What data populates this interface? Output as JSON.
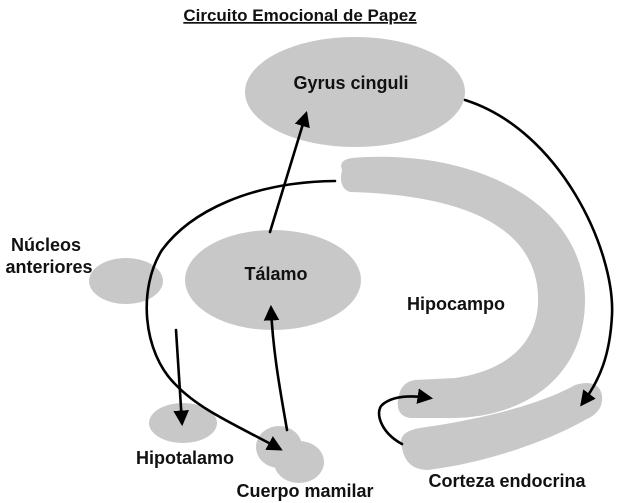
{
  "title": "Circuito Emocional de Papez",
  "structures": {
    "gyrus_cinguli": "Gyrus cinguli",
    "talamo": "Tálamo",
    "hipocampo": "Hipocampo",
    "nucleos_line1": "Núcleos",
    "nucleos_line2": "anteriores",
    "hipotalamo": "Hipotalamo",
    "cuerpo_mamilar": "Cuerpo mamilar",
    "corteza_endocrina": "Corteza endocrina"
  },
  "colors": {
    "shape_fill": "#c8c8c8",
    "arrow": "#000000",
    "text": "#111111",
    "background": "#ffffff"
  }
}
